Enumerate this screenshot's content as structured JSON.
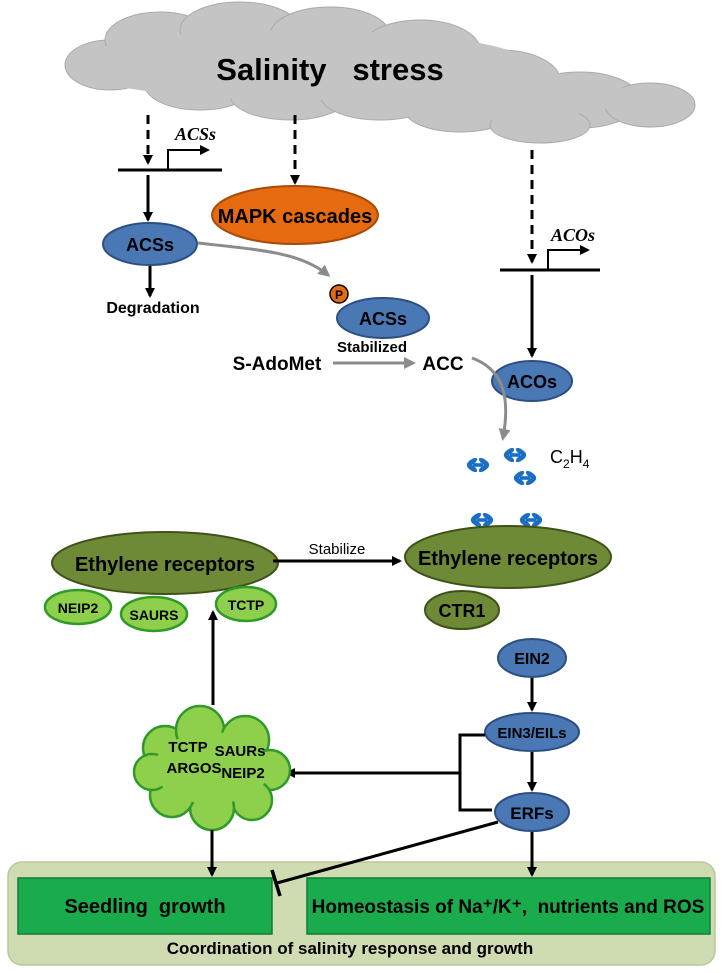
{
  "colors": {
    "cloud": "#c4c4c4",
    "blue": "#4a78b5",
    "orange": "#e56a10",
    "olive": "#6f8a36",
    "lightgreen": "#8ed04b",
    "green": "#1aab4d",
    "panel": "#cfdbb0",
    "gray_arrow": "#8c8c8c",
    "ethylene": "#1a6fc4"
  },
  "nodes": {
    "salinity": "Salinity   stress",
    "acss_gene": "ACSs",
    "acos_gene": "ACOs",
    "acss": "ACSs",
    "mapk": "MAPK cascades",
    "degradation": "Degradation",
    "phospho": "P",
    "acss_p": "ACSs",
    "stabilized": "Stabilized",
    "s_adomet": "S-AdoMet",
    "acc": "ACC",
    "acos": "ACOs",
    "c2h4_c": "C",
    "c2h4_2": "2",
    "c2h4_h": "H",
    "c2h4_4": "4",
    "eth_rec_left": "Ethylene receptors",
    "eth_rec_right": "Ethylene receptors",
    "stabilize": "Stabilize",
    "neip2": "NEIP2",
    "saurs": "SAURS",
    "tctp": "TCTP",
    "ctr1": "CTR1",
    "ein2": "EIN2",
    "ein3": "EIN3/EILs",
    "erfs": "ERFs",
    "cloud_tctp": "TCTP",
    "cloud_saurs": "SAURs",
    "cloud_argos": "ARGOS",
    "cloud_neip2": "NEIP2",
    "seedling": "Seedling  growth",
    "homeostasis": "Homeostasis of Na⁺/K⁺,  nutrients and ROS",
    "coordination": "Coordination of salinity response and growth"
  }
}
